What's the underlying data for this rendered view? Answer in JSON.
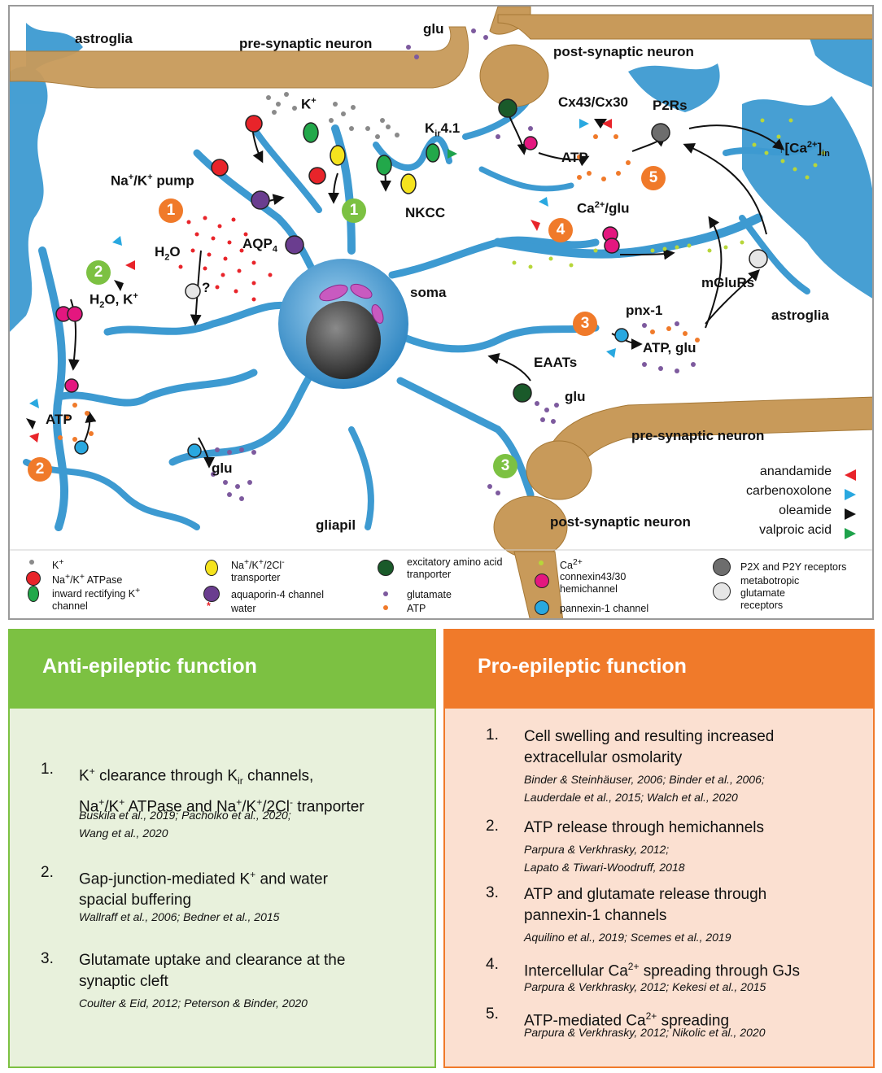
{
  "diagram": {
    "labels": {
      "astroglia_top": "astroglia",
      "pre_synaptic_top": "pre-synaptic neuron",
      "glu_top": "glu",
      "post_synaptic_top": "post-synaptic neuron",
      "k_plus": "K",
      "kir": "K",
      "kir_sub": "ir",
      "kir_suffix": "4.1",
      "cx43": "Cx43/Cx30",
      "p2rs": "P2Rs",
      "ca_in": "↑[Ca",
      "ca_in_sup": "2+",
      "ca_in_sub": "in",
      "na_k_pump": "Na",
      "na_k_pump_rest": "/K",
      "na_k_pump_tail": " pump",
      "h2o": "H",
      "h2o_o": "O",
      "aqp": "AQP",
      "aqp_sub": "4",
      "nkcc": "NKCC",
      "atp_top": "ATP",
      "ca_glu": "Ca",
      "ca_glu_rest": "/glu",
      "h2o_k": "H",
      "h2o_k_rest": "O, K",
      "question": "?",
      "soma": "soma",
      "mglurs": "mGluRs",
      "astroglia_right": "astroglia",
      "pnx": "pnx-1",
      "atp_glu": "ATP, glu",
      "eaats": "EAATs",
      "glu_mid": "glu",
      "atp_left": "ATP",
      "glu_bottom": "glu",
      "pre_synaptic_bottom": "pre-synaptic neuron",
      "gliapil": "gliapil",
      "post_synaptic_bottom": "post-synaptic neuron"
    },
    "numbers": {
      "o1": "1",
      "g1": "1",
      "g2": "2",
      "o2": "2",
      "o3": "3",
      "g3": "3",
      "o4": "4",
      "o5": "5"
    },
    "drugs": [
      {
        "name": "anandamide",
        "color": "#e8242a"
      },
      {
        "name": "carbenoxolone",
        "color": "#29a8e0"
      },
      {
        "name": "oleamide",
        "color": "#111111"
      },
      {
        "name": "valproic acid",
        "color": "#1ea24b"
      }
    ],
    "legend": {
      "k": "K",
      "na_atpase": "Na",
      "na_atpase_rest": "/K",
      "na_atpase_tail": " ATPase",
      "kir": "inward rectifying K",
      "kir_tail": "channel",
      "nkcc": "Na",
      "nkcc_rest": "/K",
      "nkcc_rest2": "/2Cl",
      "nkcc_tail": "transporter",
      "aqp": "aquaporin-4 channel",
      "water": "water",
      "eaat": "excitatory amino acid",
      "eaat_tail": "tranporter",
      "glutamate": "glutamate",
      "atp": "ATP",
      "ca": "Ca",
      "ca_sup": "2+",
      "cx": "connexin43/30",
      "cx_tail": "hemichannel",
      "pnx": "pannexin-1 channel",
      "p2": "P2X and P2Y receptors",
      "mglu": "metabotropic",
      "mglu_tail": "glutamate",
      "mglu_tail2": "receptors"
    },
    "colors": {
      "astrocyte": "#3d9ad1",
      "neuron": "#c89a5a",
      "na_k_atpase": "#e8242a",
      "kir": "#22a84a",
      "nkcc": "#f5e31e",
      "aqp": "#6a3d8f",
      "eaat": "#1a5a2a",
      "connexin": "#e4177f",
      "pannexin": "#29a8e0",
      "p2": "#6d6d6d",
      "mglu": "#e6e6e6",
      "glutamate": "#7d5a9e",
      "atp": "#f07a2a",
      "ca": "#b7d63a",
      "water": "#e8242a",
      "k": "#8a8a8a"
    }
  },
  "anti": {
    "title": "Anti-epileptic function",
    "items": [
      {
        "n": "1.",
        "line1a": "K",
        "line1b": " clearance through K",
        "line1c": "ir",
        "line1d": " channels,",
        "line2a": "Na",
        "line2b": "/K",
        "line2c": " ATPase and Na",
        "line2d": "/K",
        "line2e": "/2Cl",
        "line2f": " tranporter",
        "ref1": "Buskila et al., 2019; Pacholko et al., 2020;",
        "ref2": "Wang et al., 2020"
      },
      {
        "n": "2.",
        "line1a": "Gap-junction-mediated K",
        "line1b": " and water",
        "line2": "spacial buffering",
        "ref1": "Wallraff et al., 2006; Bedner et al., 2015"
      },
      {
        "n": "3.",
        "line1": "Glutamate uptake and clearance at the",
        "line2": "synaptic cleft",
        "ref1": "Coulter & Eid, 2012; Peterson & Binder, 2020"
      }
    ]
  },
  "pro": {
    "title": "Pro-epileptic function",
    "items": [
      {
        "n": "1.",
        "line1": "Cell swelling and resulting increased",
        "line2": "extracellular osmolarity",
        "ref1": "Binder & Steinhäuser, 2006; Binder et al., 2006;",
        "ref2": "Lauderdale et al., 2015; Walch et al., 2020"
      },
      {
        "n": "2.",
        "line1": "ATP release through hemichannels",
        "ref1": "Parpura & Verkhrasky, 2012;",
        "ref2": "Lapato & Tiwari-Woodruff, 2018"
      },
      {
        "n": "3.",
        "line1": "ATP and glutamate release through",
        "line2": "pannexin-1 channels",
        "ref1": "Aquilino et al., 2019; Scemes et al., 2019"
      },
      {
        "n": "4.",
        "line1a": "Intercellular Ca",
        "line1b": "2+",
        "line1c": " spreading through GJs",
        "ref1": "Parpura & Verkhrasky, 2012; Kekesi et al., 2015"
      },
      {
        "n": "5.",
        "line1a": "ATP-mediated Ca",
        "line1b": "2+",
        "line1c": " spreading",
        "ref1": "Parpura & Verkhrasky, 2012; Nikolic et al., 2020"
      }
    ]
  }
}
